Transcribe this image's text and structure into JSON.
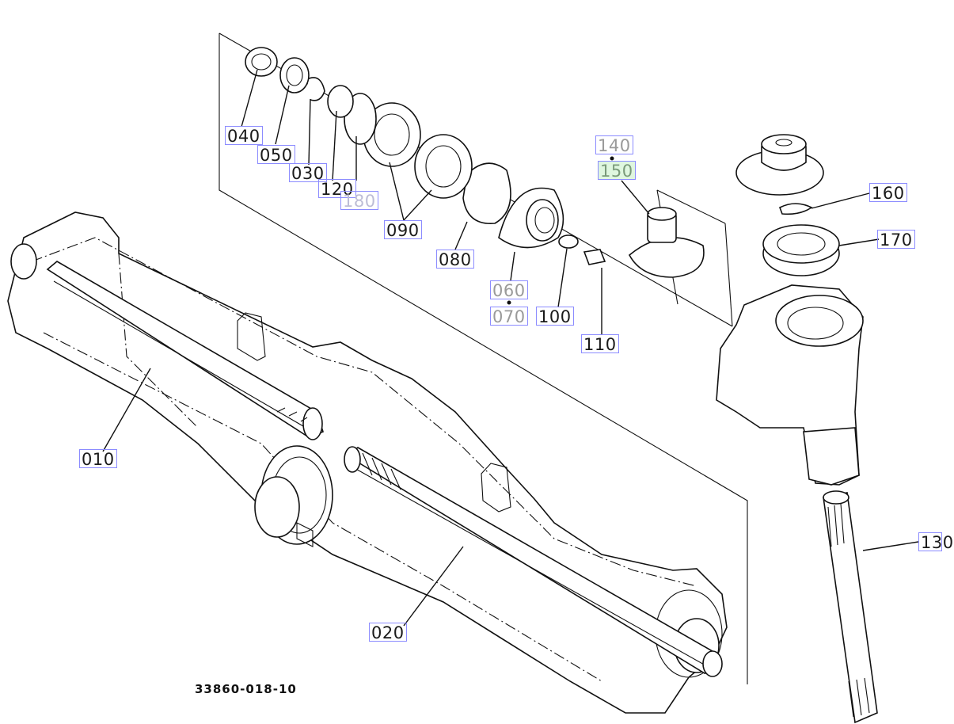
{
  "drawing_number": "33860-018-10",
  "callouts": {
    "p010": "010",
    "p020": "020",
    "p030": "030",
    "p040": "040",
    "p050": "050",
    "p060": "060",
    "p070": "070",
    "p080": "080",
    "p090": "090",
    "p100": "100",
    "p110": "110",
    "p120": "120",
    "p130": "130",
    "p140": "140",
    "p150": "150",
    "p160": "160",
    "p170": "170",
    "p180": "180"
  },
  "highlighted_callout": "150",
  "colors": {
    "line": "#111111",
    "callout_border": "#8c8cff",
    "highlight_fill": "#dff7df"
  }
}
